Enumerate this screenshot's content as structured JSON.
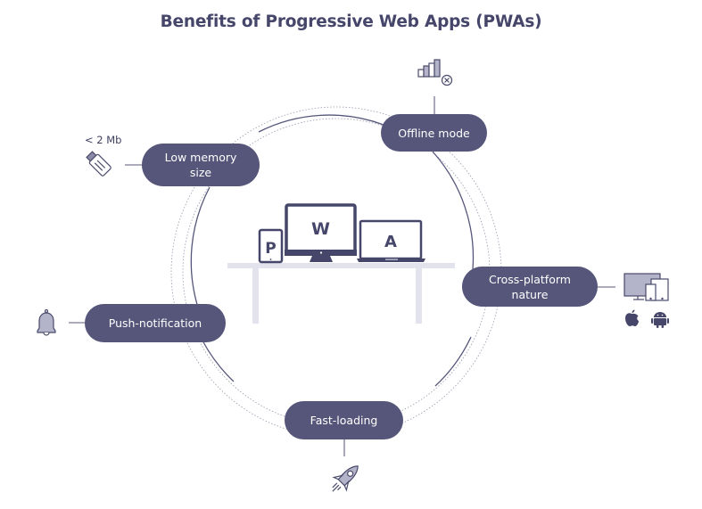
{
  "title": "Benefits of Progressive Web Apps (PWAs)",
  "center": {
    "letters": [
      "P",
      "W",
      "A"
    ],
    "devices": [
      "tablet",
      "desktop-monitor",
      "laptop"
    ]
  },
  "benefits": [
    {
      "id": "offline",
      "label_lines": [
        "Offline mode"
      ],
      "icon": "offline-signal-icon"
    },
    {
      "id": "memory",
      "label_lines": [
        "Low memory",
        "size"
      ],
      "icon": "usb-drive-icon",
      "note": "< 2 Mb"
    },
    {
      "id": "cross",
      "label_lines": [
        "Cross-platform",
        "nature"
      ],
      "icon": "multi-device-icon",
      "extra_icons": [
        "apple-icon",
        "android-icon"
      ]
    },
    {
      "id": "push",
      "label_lines": [
        "Push-notification"
      ],
      "icon": "bell-icon"
    },
    {
      "id": "fast",
      "label_lines": [
        "Fast-loading"
      ],
      "icon": "rocket-icon"
    }
  ],
  "colors": {
    "pill": "#55567a",
    "title": "#45466a",
    "icon_fill": "#b3b3c9",
    "icon_stroke": "#4a4b6c",
    "table": "#e3e3ee"
  }
}
